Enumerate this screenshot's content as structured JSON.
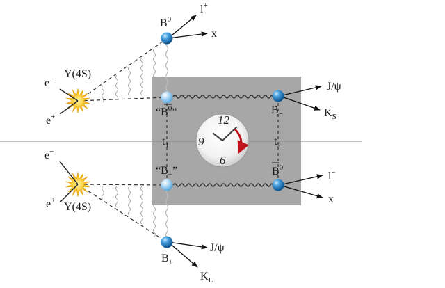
{
  "top": {
    "ups": "Υ(4S)",
    "em": "e",
    "ep": "e",
    "minus": "−",
    "plus": "+",
    "b0": "B",
    "b0sup": "0",
    "lplus": "l",
    "lplus_sup": "+",
    "x": "x",
    "bbar0_tag": "“B",
    "bbar0_sup": "0",
    "bbar0_close": "”",
    "jpsi": "J/ψ",
    "ks": "K",
    "ks_sub": "S",
    "bminus": "B",
    "bminus_sub": "−",
    "t1": "t",
    "t1_sub": "1",
    "t2": "t",
    "t2_sub": "2"
  },
  "bottom": {
    "ups": "Υ(4S)",
    "em": "e",
    "ep": "e",
    "minus": "−",
    "plus": "+",
    "bminus_tag": "“B",
    "bminus_tag_sub": "−",
    "bminus_tag_close": "”",
    "bbar0": "B",
    "bbar0_sup": "0",
    "lminus": "l",
    "lminus_sup": "−",
    "x": "x",
    "bplus": "B",
    "bplus_sub": "+",
    "jpsi": "J/ψ",
    "kl": "K",
    "kl_sub": "L"
  },
  "clock": {
    "n12": "12",
    "n9": "9",
    "n6": "6"
  },
  "colors": {
    "panel": "#a7a7a7",
    "ball": "#1f82c8",
    "star": "#f4b81c",
    "arrow": "#c0141c"
  }
}
